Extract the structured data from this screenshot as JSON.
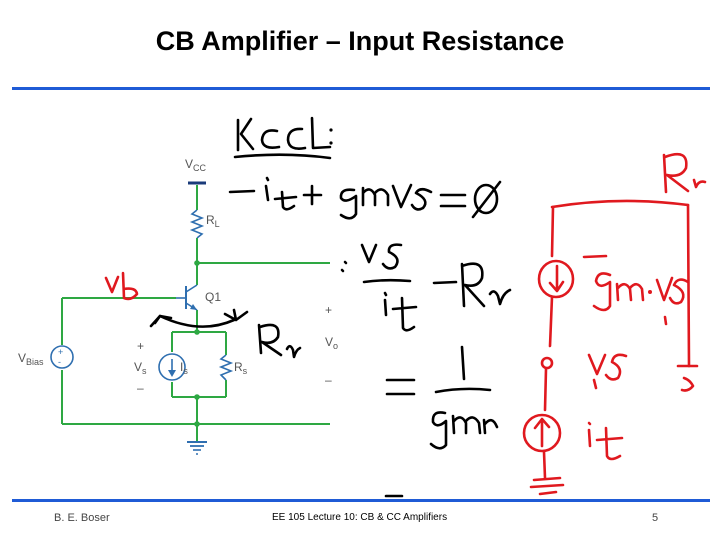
{
  "slide": {
    "title": "CB Amplifier – Input Resistance",
    "footer_left": "B. E. Boser",
    "footer_center": "EE 105 Lecture 10: CB & CC Amplifiers",
    "page_number": "5"
  },
  "schematic": {
    "vcc_label": "V",
    "vcc_sub": "CC",
    "rl_label": "R",
    "rl_sub": "L",
    "q1_label": "Q1",
    "vbias_label": "V",
    "vbias_sub": "Bias",
    "vs_label": "V",
    "vs_sub": "s",
    "is_label": "I",
    "is_sub": "s",
    "rs_label": "R",
    "rs_sub": "s",
    "vo_label": "V",
    "vo_sub": "o",
    "plus": "+",
    "minus": "–"
  },
  "colors": {
    "rule": "#1f5bd6",
    "wire": "#2ea843",
    "component": "#2f6fb0",
    "handwriting_black": "#000000",
    "handwriting_red": "#e0191f"
  }
}
